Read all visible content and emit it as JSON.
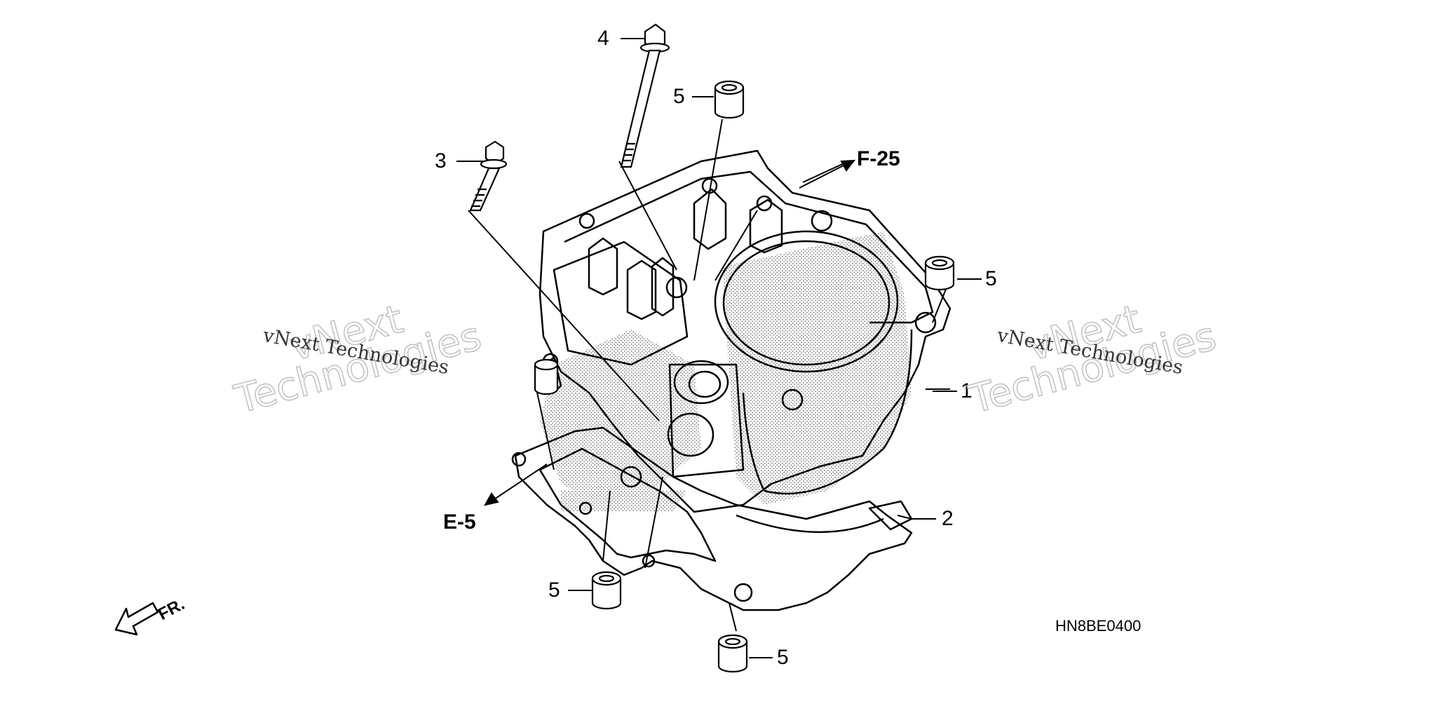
{
  "callouts": {
    "part1": "1",
    "part2": "2",
    "part3": "3",
    "part4": "4",
    "part5": "5"
  },
  "refs": {
    "f25": "F-25",
    "e5": "E-5"
  },
  "diagram_code": "HN8BE0400",
  "front_marker": "FR.",
  "watermark": {
    "line_small": "vNext Technologies",
    "line_big_1": "vNext",
    "line_big_2": "Technologies"
  },
  "colors": {
    "ink": "#000000",
    "shade": "#9a9a9a",
    "watermark": "#bdbdbd"
  }
}
